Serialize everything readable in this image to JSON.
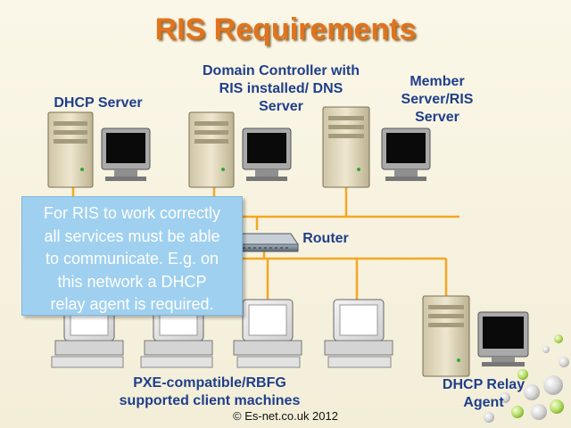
{
  "slide": {
    "title": "RIS Requirements",
    "footer": "© Es-net.co.uk 2012"
  },
  "labels": {
    "dhcp_server": "DHCP Server",
    "domain_controller": [
      "Domain Controller with",
      "RIS installed/  DNS",
      "Server"
    ],
    "member_server": [
      "Member",
      "Server/RIS",
      "Server"
    ],
    "router": "Router",
    "clients": [
      "PXE-compatible/RBFG",
      "supported client machines"
    ],
    "dhcp_relay": [
      "DHCP Relay",
      "Agent"
    ]
  },
  "callout": {
    "lines": [
      "For RIS to work correctly",
      "all services must be able",
      "to communicate. E.g. on",
      "this network a DHCP",
      "relay agent is required."
    ]
  },
  "colors": {
    "title": "#e2731c",
    "label": "#1f3f8a",
    "cable": "#f5a623",
    "callout_bg": "#9fd0ef",
    "callout_text": "#ffffff"
  },
  "icons": {
    "servers": "server-tower-icon",
    "monitors": "crt-monitor-icon",
    "router": "router-icon",
    "clients": "desktop-computer-icon",
    "decoration": "bubble-circles-icon"
  }
}
